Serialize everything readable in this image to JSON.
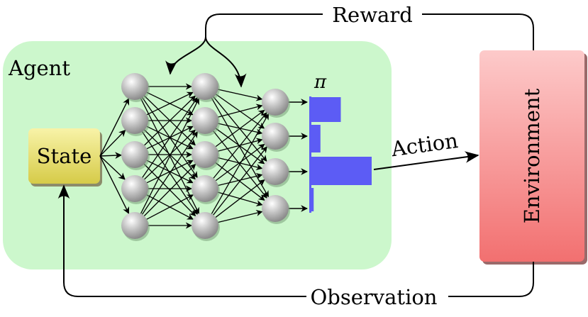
{
  "agent": {
    "label": "Agent"
  },
  "state": {
    "label": "State"
  },
  "environment": {
    "label": "Environment"
  },
  "edges": {
    "reward": "Reward",
    "action": "Action",
    "observation": "Observation"
  },
  "policy": {
    "symbol": "π",
    "bar_values": [
      0.5,
      0.17,
      1.0,
      0.06
    ],
    "bar_color": "#5c5cf5"
  },
  "network": {
    "layer_sizes": [
      5,
      5,
      4
    ]
  },
  "colors": {
    "agent_bg": "#ccf7cc",
    "state_top": "#f7f0a0",
    "state_bottom": "#d8cc4a",
    "env_top": "#fdc8c8",
    "env_bottom": "#f37070",
    "neuron": "#aaaaaa"
  }
}
